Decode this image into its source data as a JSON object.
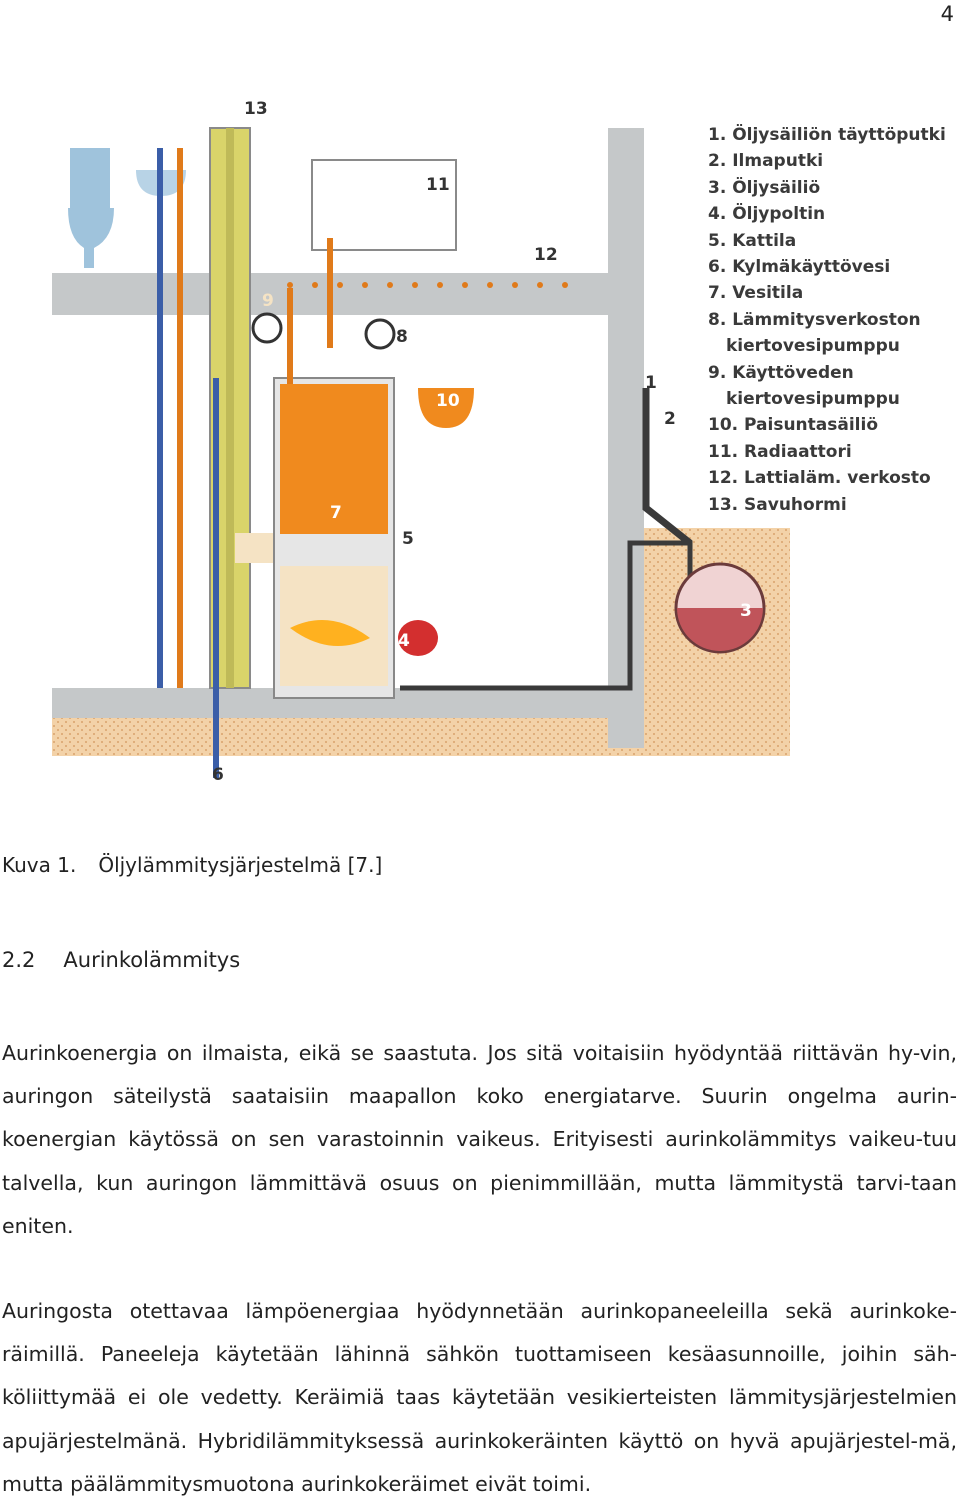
{
  "page_number": "4",
  "figure": {
    "callouts": [
      "1",
      "2",
      "3",
      "4",
      "5",
      "6",
      "7",
      "8",
      "9",
      "10",
      "11",
      "12",
      "13"
    ],
    "legend": [
      {
        "text": "1. Öljysäiliön täyttöputki"
      },
      {
        "text": "2. Ilmaputki"
      },
      {
        "text": "3. Öljysäiliö"
      },
      {
        "text": "4. Öljypoltin"
      },
      {
        "text": "5. Kattila"
      },
      {
        "text": "6. Kylmäkäyttövesi"
      },
      {
        "text": "7. Vesitila"
      },
      {
        "text": "8. Lämmitysverkoston"
      },
      {
        "text": "kiertovesipumppu",
        "cont": true
      },
      {
        "text": "9. Käyttöveden"
      },
      {
        "text": "kiertovesipumppu",
        "cont": true
      },
      {
        "text": "10. Paisuntasäiliö"
      },
      {
        "text": "11. Radiaattori"
      },
      {
        "text": "12. Lattialäm. verkosto"
      },
      {
        "text": "13. Savuhormi"
      }
    ],
    "colors": {
      "flue": "#d9d46a",
      "boiler": "#f08a1e",
      "tank_oil": "#c0545a",
      "soil": "#f3cfa2",
      "wall": "#c5c8c9"
    }
  },
  "caption": {
    "label": "Kuva 1.",
    "text": "Öljylämmitysjärjestelmä [7.]"
  },
  "section": {
    "number": "2.2",
    "title": "Aurinkolämmitys"
  },
  "paragraphs": [
    "Aurinkoenergia on ilmaista, eikä se saastuta. Jos sitä voitaisiin hyödyntää riittävän hy-vin, auringon säteilystä saataisiin maapallon koko energiatarve. Suurin ongelma aurin-koenergian käytössä on sen varastoinnin vaikeus. Erityisesti aurinkolämmitys vaikeu-tuu talvella, kun auringon lämmittävä osuus on pienimmillään, mutta lämmitystä tarvi-taan eniten.",
    "Auringosta otettavaa lämpöenergiaa hyödynnetään aurinkopaneeleilla sekä aurinkoke-räimillä. Paneeleja käytetään lähinnä sähkön tuottamiseen kesäasunnoille, joihin säh-köliittymää ei ole vedetty. Keräimiä taas käytetään vesikierteisten lämmitysjärjestelmien apujärjestelmänä. Hybridilämmityksessä aurinkokeräinten käyttö on hyvä apujärjestel-mä, mutta päälämmitysmuotona aurinkokeräimet eivät toimi."
  ]
}
